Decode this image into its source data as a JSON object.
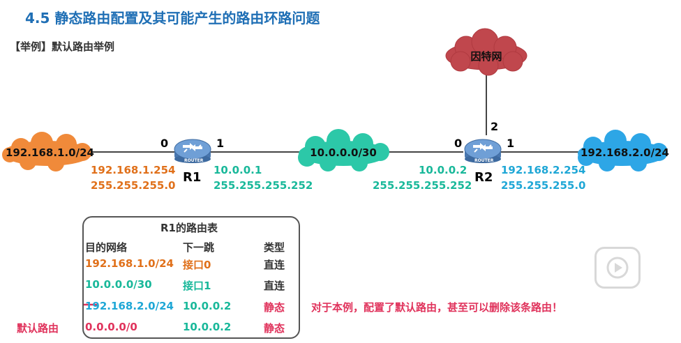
{
  "title": "4.5  静态路由配置及其可能产生的路由环路问题",
  "subtitle": "【举例】默认路由举例",
  "clouds": {
    "internet": "因特网",
    "left_net": "192.168.1.0/24",
    "middle_net": "10.0.0.0/30",
    "right_net": "192.168.2.0/24"
  },
  "routers": {
    "r1": {
      "name": "R1",
      "badge": "ROUTER",
      "port0": "0",
      "port1": "1"
    },
    "r2": {
      "name": "R2",
      "badge": "ROUTER",
      "port0": "0",
      "port1": "1",
      "port2": "2"
    }
  },
  "addresses": {
    "r1_p0_ip": "192.168.1.254",
    "r1_p0_mask": "255.255.255.0",
    "r1_p1_ip": "10.0.0.1",
    "r1_p1_mask": "255.255.255.252",
    "r2_p0_ip": "10.0.0.2",
    "r2_p0_mask": "255.255.255.252",
    "r2_p1_ip": "192.168.2.254",
    "r2_p1_mask": "255.255.255.0"
  },
  "routing_table": {
    "caption": "R1的路由表",
    "headers": [
      "目的网络",
      "下一跳",
      "类型"
    ],
    "rows": [
      {
        "dest": "192.168.1.0/24",
        "next_hop": "接口0",
        "type": "直连"
      },
      {
        "dest": "10.0.0.0/30",
        "next_hop": "接口1",
        "type": "直连"
      },
      {
        "dest": "192.168.2.0/24",
        "next_hop": "10.0.0.2",
        "type": "静态"
      },
      {
        "dest": "0.0.0.0/0",
        "next_hop": "10.0.0.2",
        "type": "静态"
      }
    ]
  },
  "default_route_label": "默认路由",
  "note": "对于本例，配置了默认路由，甚至可以删除该条路由！",
  "colors": {
    "title": "#1f6fb5",
    "orange": "#e0701a",
    "teal": "#19b89a",
    "blue": "#1fa7d6",
    "red": "#e0335c",
    "internet_cloud": "#c0474d",
    "left_cloud": "#f08a3a",
    "middle_cloud": "#2cc8a8",
    "right_cloud": "#2da6e6"
  },
  "icons": [
    "router-icon",
    "play-icon"
  ]
}
